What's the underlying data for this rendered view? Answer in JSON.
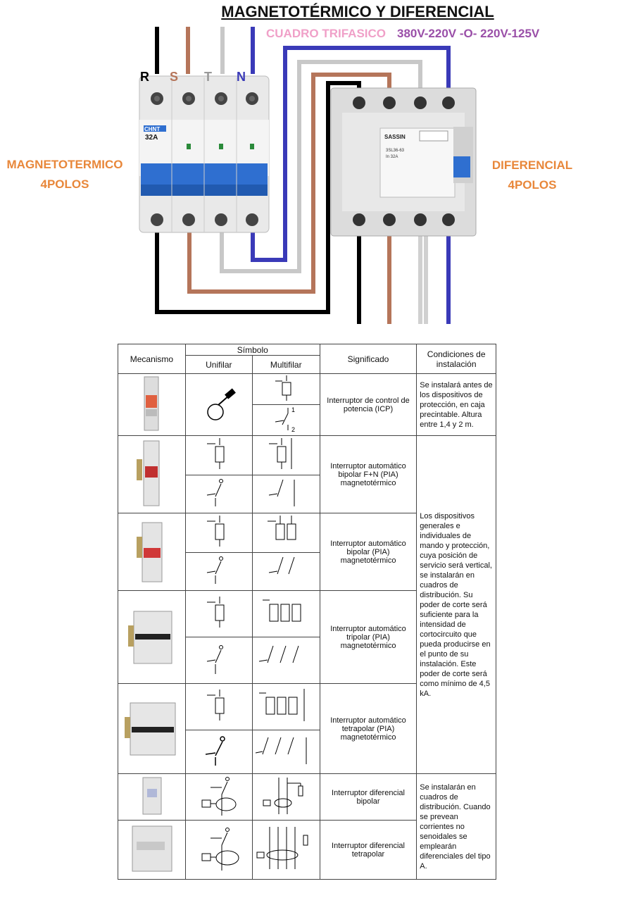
{
  "header": {
    "title": "MAGNETOTÉRMICO Y DIFERENCIAL",
    "subtitle_part1": "CUADRO TRIFASICO",
    "subtitle_part2": "380V-220V -O- 220V-125V",
    "colors": {
      "part1": "#f0a0c8",
      "part2": "#9a4fa8"
    }
  },
  "phases": [
    "R",
    "S",
    "T",
    "N"
  ],
  "phase_colors": {
    "R": "#000000",
    "S": "#b5755a",
    "T": "#c8c8c8",
    "N": "#3a3ab8"
  },
  "breaker": {
    "brand": "CHNT",
    "rating": "32A"
  },
  "rcd": {
    "brand": "SASSIN",
    "model": "3SL36-63",
    "rating": "In 32A"
  },
  "labels": {
    "left_line1": "MAGNETOTERMICO",
    "left_line2": "4POLOS",
    "right_line1": "DIFERENCIAL",
    "right_line2": "4POLOS",
    "color": "#e8873a"
  },
  "table": {
    "headers": {
      "mecanismo": "Mecanismo",
      "simbolo": "Símbolo",
      "unifilar": "Unifilar",
      "multifilar": "Multifilar",
      "significado": "Significado",
      "condiciones": "Condiciones de instalación"
    },
    "rows": [
      {
        "significado": "Interruptor de control de potencia (ICP)"
      },
      {
        "significado": "Interruptor automático bipolar F+N (PIA) magnetotérmico"
      },
      {
        "significado": "Interruptor automático bipolar (PIA) magnetotérmico"
      },
      {
        "significado": "Interruptor automático tripolar (PIA) magnetotérmico"
      },
      {
        "significado": "Interruptor automático tetrapolar (PIA) magnetotérmico"
      },
      {
        "significado": "Interruptor diferencial bipolar"
      },
      {
        "significado": "Interruptor diferencial tetrapolar"
      }
    ],
    "conditions": [
      "Se instalará antes de los dispositivos de protección, en caja precintable. Altura entre 1,4 y 2 m.",
      "Los dispositivos generales e individuales de mando y protección, cuya posición de servicio será vertical, se instalarán en cuadros de distribución. Su poder de corte será suficiente para la intensidad de cortocircuito que pueda producirse en el punto de su instalación. Este poder de corte será como mínimo de 4,5 kA.",
      "Se instalarán en cuadros de distribución. Cuando se prevean corrientes no senoidales se emplearán diferenciales del tipo A."
    ]
  }
}
